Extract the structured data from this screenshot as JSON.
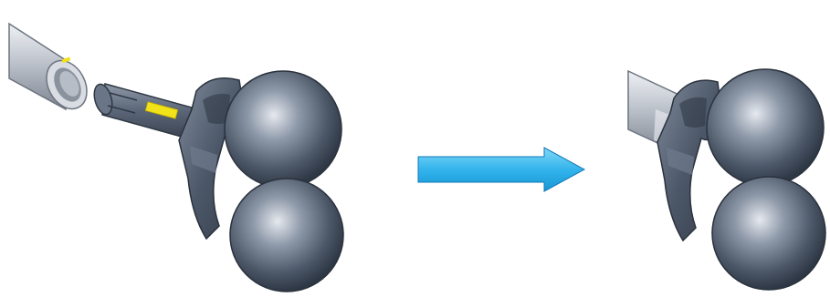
{
  "diagram": {
    "steps": [
      {
        "state": "before",
        "icon": "tube-and-ball-joint-separated"
      },
      {
        "state": "after",
        "icon": "tube-and-ball-joint-connected"
      }
    ],
    "transition_icon": "right-arrow-icon"
  },
  "colors": {
    "background": "#ffffff",
    "metal_dark": "#3b4554",
    "metal_mid": "#5f6b7d",
    "metal_light": "#9aa5b4",
    "highlight": "#e6e9ef",
    "tube_light": "#c9ced6",
    "tube_dark": "#7d8591",
    "yellow_marker": "#f2e21a",
    "arrow_light": "#58c8f2",
    "arrow_dark": "#1597d6"
  }
}
